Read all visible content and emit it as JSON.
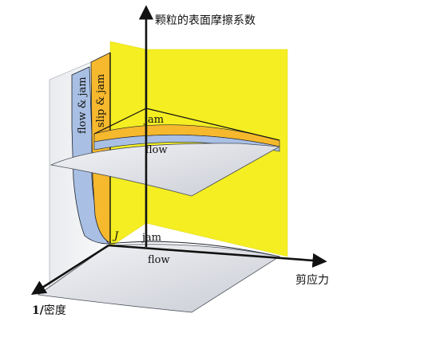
{
  "axes": {
    "vertical": "颗粒的表面摩擦系数",
    "shear": "剪应力",
    "inverse_density_prefix": "1/",
    "inverse_density_suffix": "密度"
  },
  "regions": {
    "top_jam": "jam",
    "top_flow": "flow",
    "bottom_jam": "jam",
    "bottom_flow": "flow",
    "flow_and_jam": "flow & jam",
    "slip_and_jam": "slip & jam",
    "point_j": "J"
  },
  "colors": {
    "yellow": "#f4ee22",
    "orange": "#f6b82c",
    "blue": "#a9c0e4",
    "sheet": "#dcdee4",
    "axis": "#111111"
  }
}
